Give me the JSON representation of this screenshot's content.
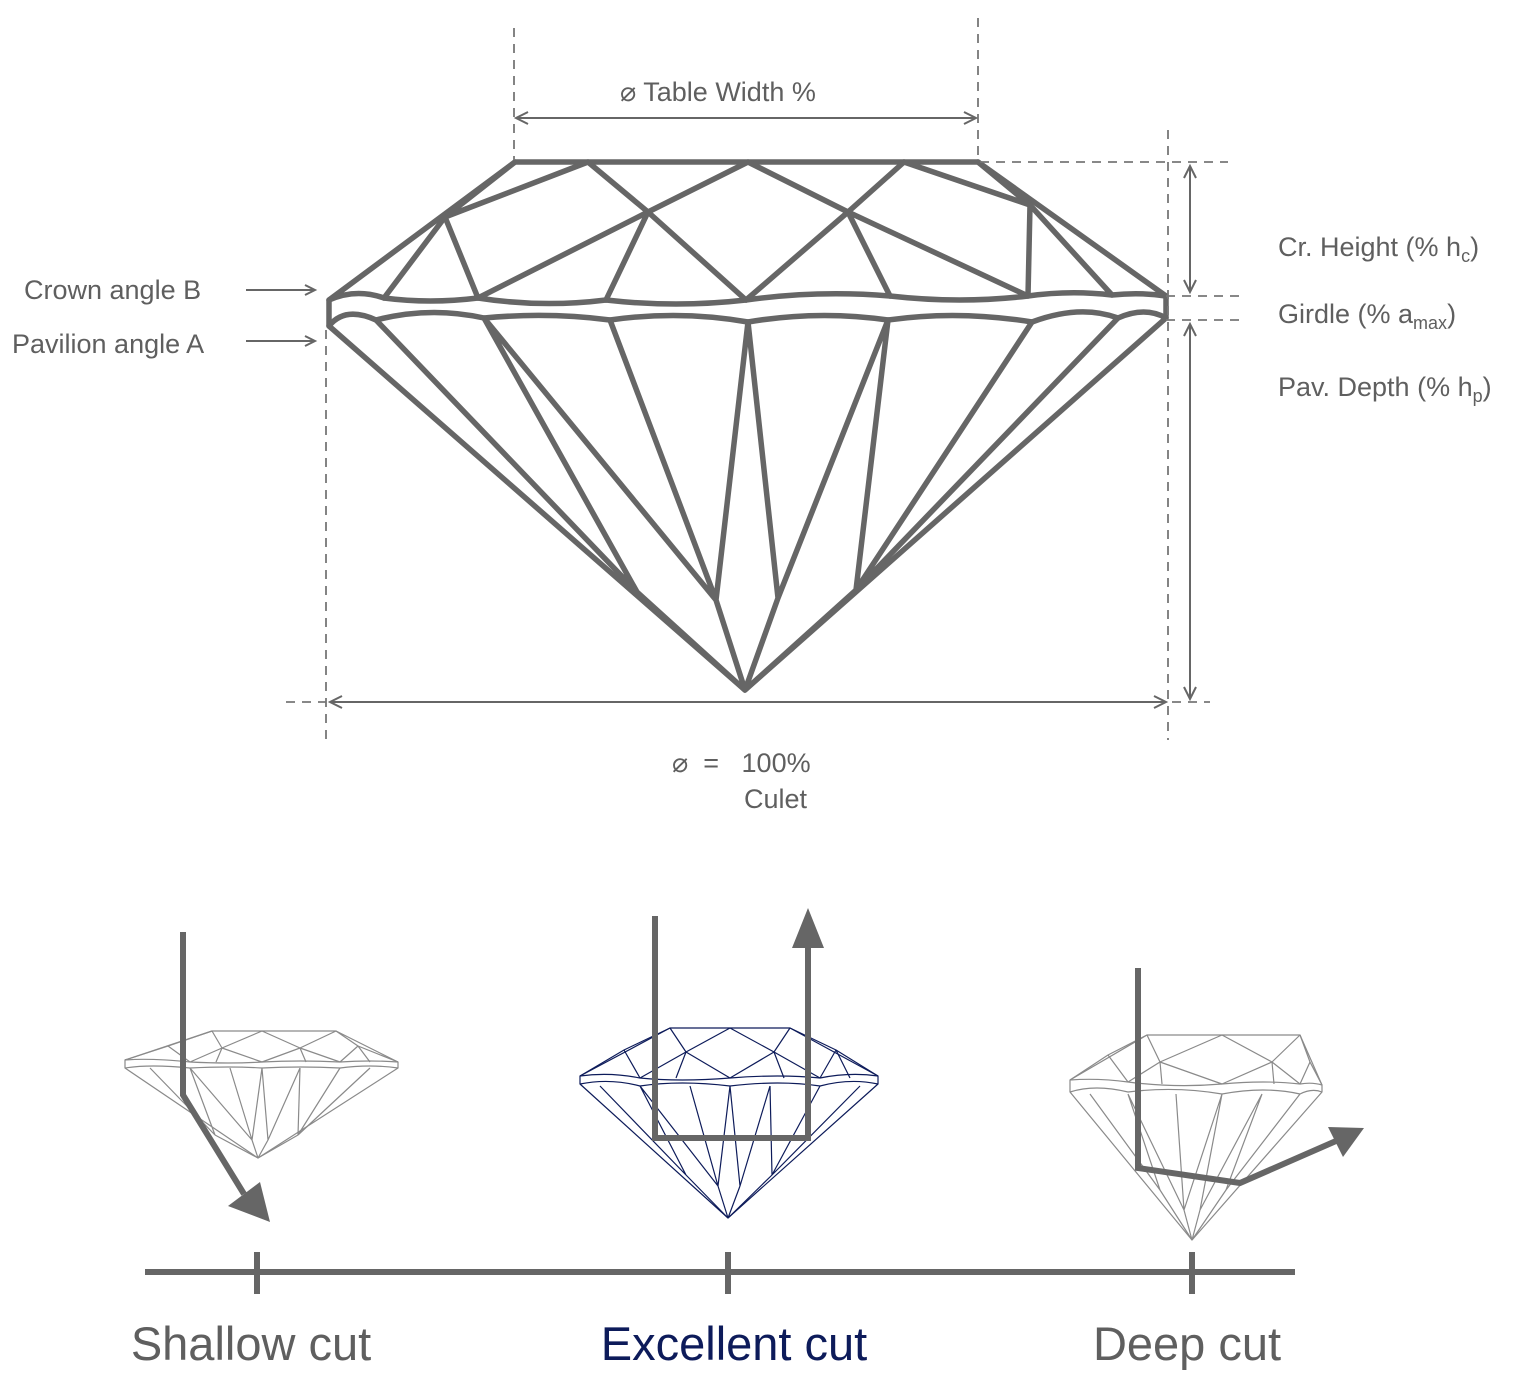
{
  "colors": {
    "line": "#666666",
    "dash": "#777777",
    "text": "#5f5f5f",
    "excellent": "#0d1b5a",
    "small_diamond_line": "#8a8a8a"
  },
  "labels": {
    "table_width": "⌀ Table Width %",
    "crown_angle": "Crown angle B",
    "pavilion_angle": "Pavilion angle A",
    "cr_height_main": "Cr. Height (% h",
    "cr_height_sub": "c",
    "cr_height_close": ")",
    "girdle_main": "Girdle (% a",
    "girdle_sub": "max",
    "girdle_close": ")",
    "pav_depth_main": "Pav. Depth (% h",
    "pav_depth_sub": "p",
    "pav_depth_close": ")",
    "diameter": "⌀  =   100%",
    "culet": "Culet"
  },
  "cuts": {
    "shallow": "Shallow cut",
    "excellent": "Excellent cut",
    "deep": "Deep cut"
  }
}
